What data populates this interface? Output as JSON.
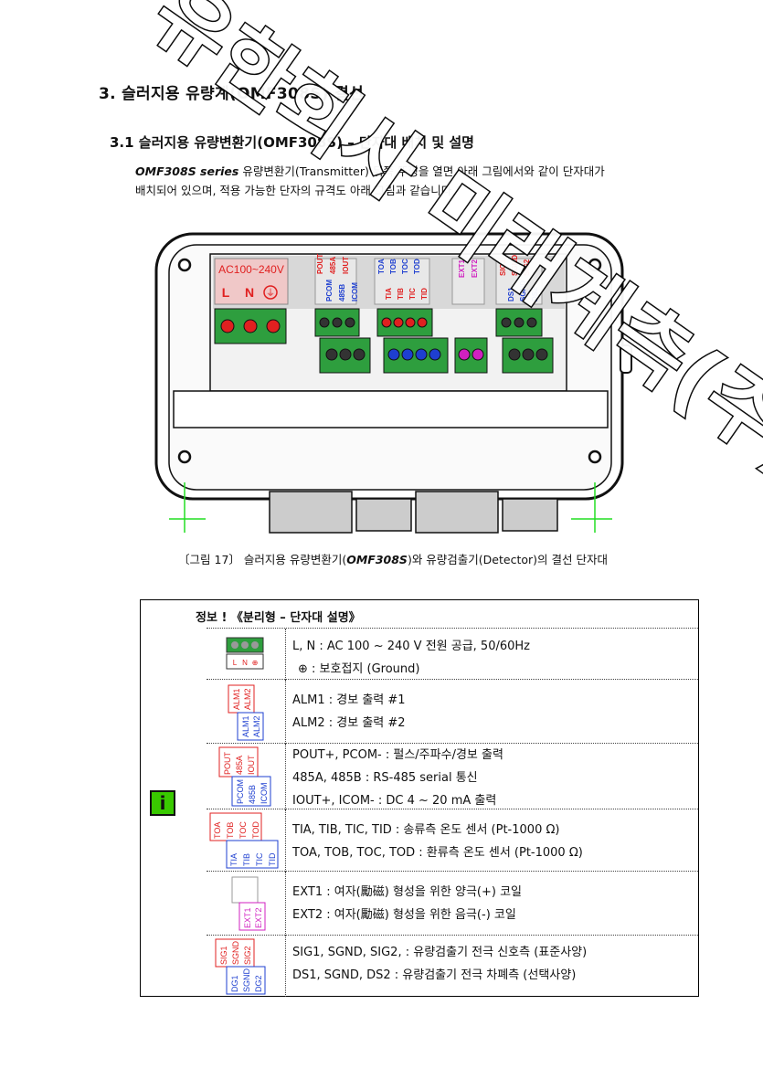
{
  "heading1": "3. 슬러지용 유량계(OMF308S) 결선",
  "heading2": "3.1 슬러지용 유량변환기(OMF308S) – 단자대 배치 및 설명",
  "intro": {
    "model": "OMF308S series",
    "line1_rest": " 유량변환기(Transmitter) 뒤쪽 뚜껑을 열면 아래 그림에서와 같이 단자대가",
    "line2": "배치되어 있으며, 적용 가능한 단자의 규격도 아래 그림과 같습니다."
  },
  "figure": {
    "power_label": "AC100~240V",
    "power_terms": [
      "L",
      "N",
      "⏚"
    ],
    "group_top": {
      "pout": [
        "POUT",
        "485A",
        "IOUT"
      ],
      "pcom": [
        "PCOM",
        "485B",
        "ICOM"
      ],
      "tob": [
        "TOA",
        "TOB",
        "TOC",
        "TOD"
      ],
      "tia": [
        "TIA",
        "TIB",
        "TIC",
        "TID"
      ],
      "ext": [
        "EXT1",
        "EXT2"
      ],
      "sig": [
        "SIG1",
        "SGND",
        "SIG2"
      ],
      "ds": [
        "DS1",
        "SGND",
        "DS2"
      ]
    }
  },
  "caption_pre": "〔그림 17〕 슬러지용 유량변환기(",
  "caption_model": "OMF308S",
  "caption_post": ")와 유량검출기(Detector)의 결선 단자대",
  "info": {
    "title": "정보 ! 《분리형 – 단자대 설명》",
    "icon": "i",
    "rows": [
      {
        "lines": [
          "L, N : AC 100 ~ 240 V 전원 공급, 50/60Hz",
          "⊕ : 보호접지 (Ground)"
        ],
        "labels_top": [
          "L",
          "N",
          "⊕"
        ]
      },
      {
        "lines": [
          "ALM1 : 경보 출력 #1",
          "ALM2 : 경보 출력 #2"
        ],
        "labels_top": [
          "ALM1",
          "ALM2"
        ],
        "labels_bottom": [
          "ALM1",
          "ALM2"
        ]
      },
      {
        "lines": [
          "POUT+, PCOM- : 펄스/주파수/경보 출력",
          "485A, 485B : RS-485 serial 통신",
          "IOUT+, ICOM- : DC 4 ~ 20 mA 출력"
        ],
        "labels_top": [
          "POUT",
          "485A",
          "IOUT"
        ],
        "labels_bottom": [
          "PCOM",
          "485B",
          "ICOM"
        ]
      },
      {
        "lines": [
          "TIA, TIB, TIC, TID : 송류측 온도 센서 (Pt-1000 Ω)",
          "TOA, TOB, TOC, TOD : 환류측 온도 센서 (Pt-1000 Ω)"
        ],
        "labels_top": [
          "TOA",
          "TOB",
          "TOC",
          "TOD"
        ],
        "labels_bottom": [
          "TIA",
          "TIB",
          "TIC",
          "TID"
        ]
      },
      {
        "lines": [
          "EXT1 : 여자(勵磁) 형성을 위한 양극(+) 코일",
          "EXT2 : 여자(勵磁) 형성을 위한 음극(-) 코일"
        ],
        "labels_bottom": [
          "EXT1",
          "EXT2"
        ]
      },
      {
        "lines": [
          "SIG1, SGND, SIG2, : 유량검출기 전극 신호측 (표준사양)",
          "DS1, SGND, DS2 : 유량검출기 전극 차폐측 (선택사양)"
        ],
        "labels_top": [
          "SIG1",
          "SGND",
          "SIG2"
        ],
        "labels_bottom": [
          "DG1",
          "SGND",
          "DG2"
        ]
      }
    ]
  },
  "watermark_text": "유한회사 미래계측(주)",
  "colors": {
    "green": "#2e9e3e",
    "red": "#e02020",
    "blue": "#1e3fd0",
    "magenta": "#d020c0",
    "icon_green": "#39c900"
  }
}
